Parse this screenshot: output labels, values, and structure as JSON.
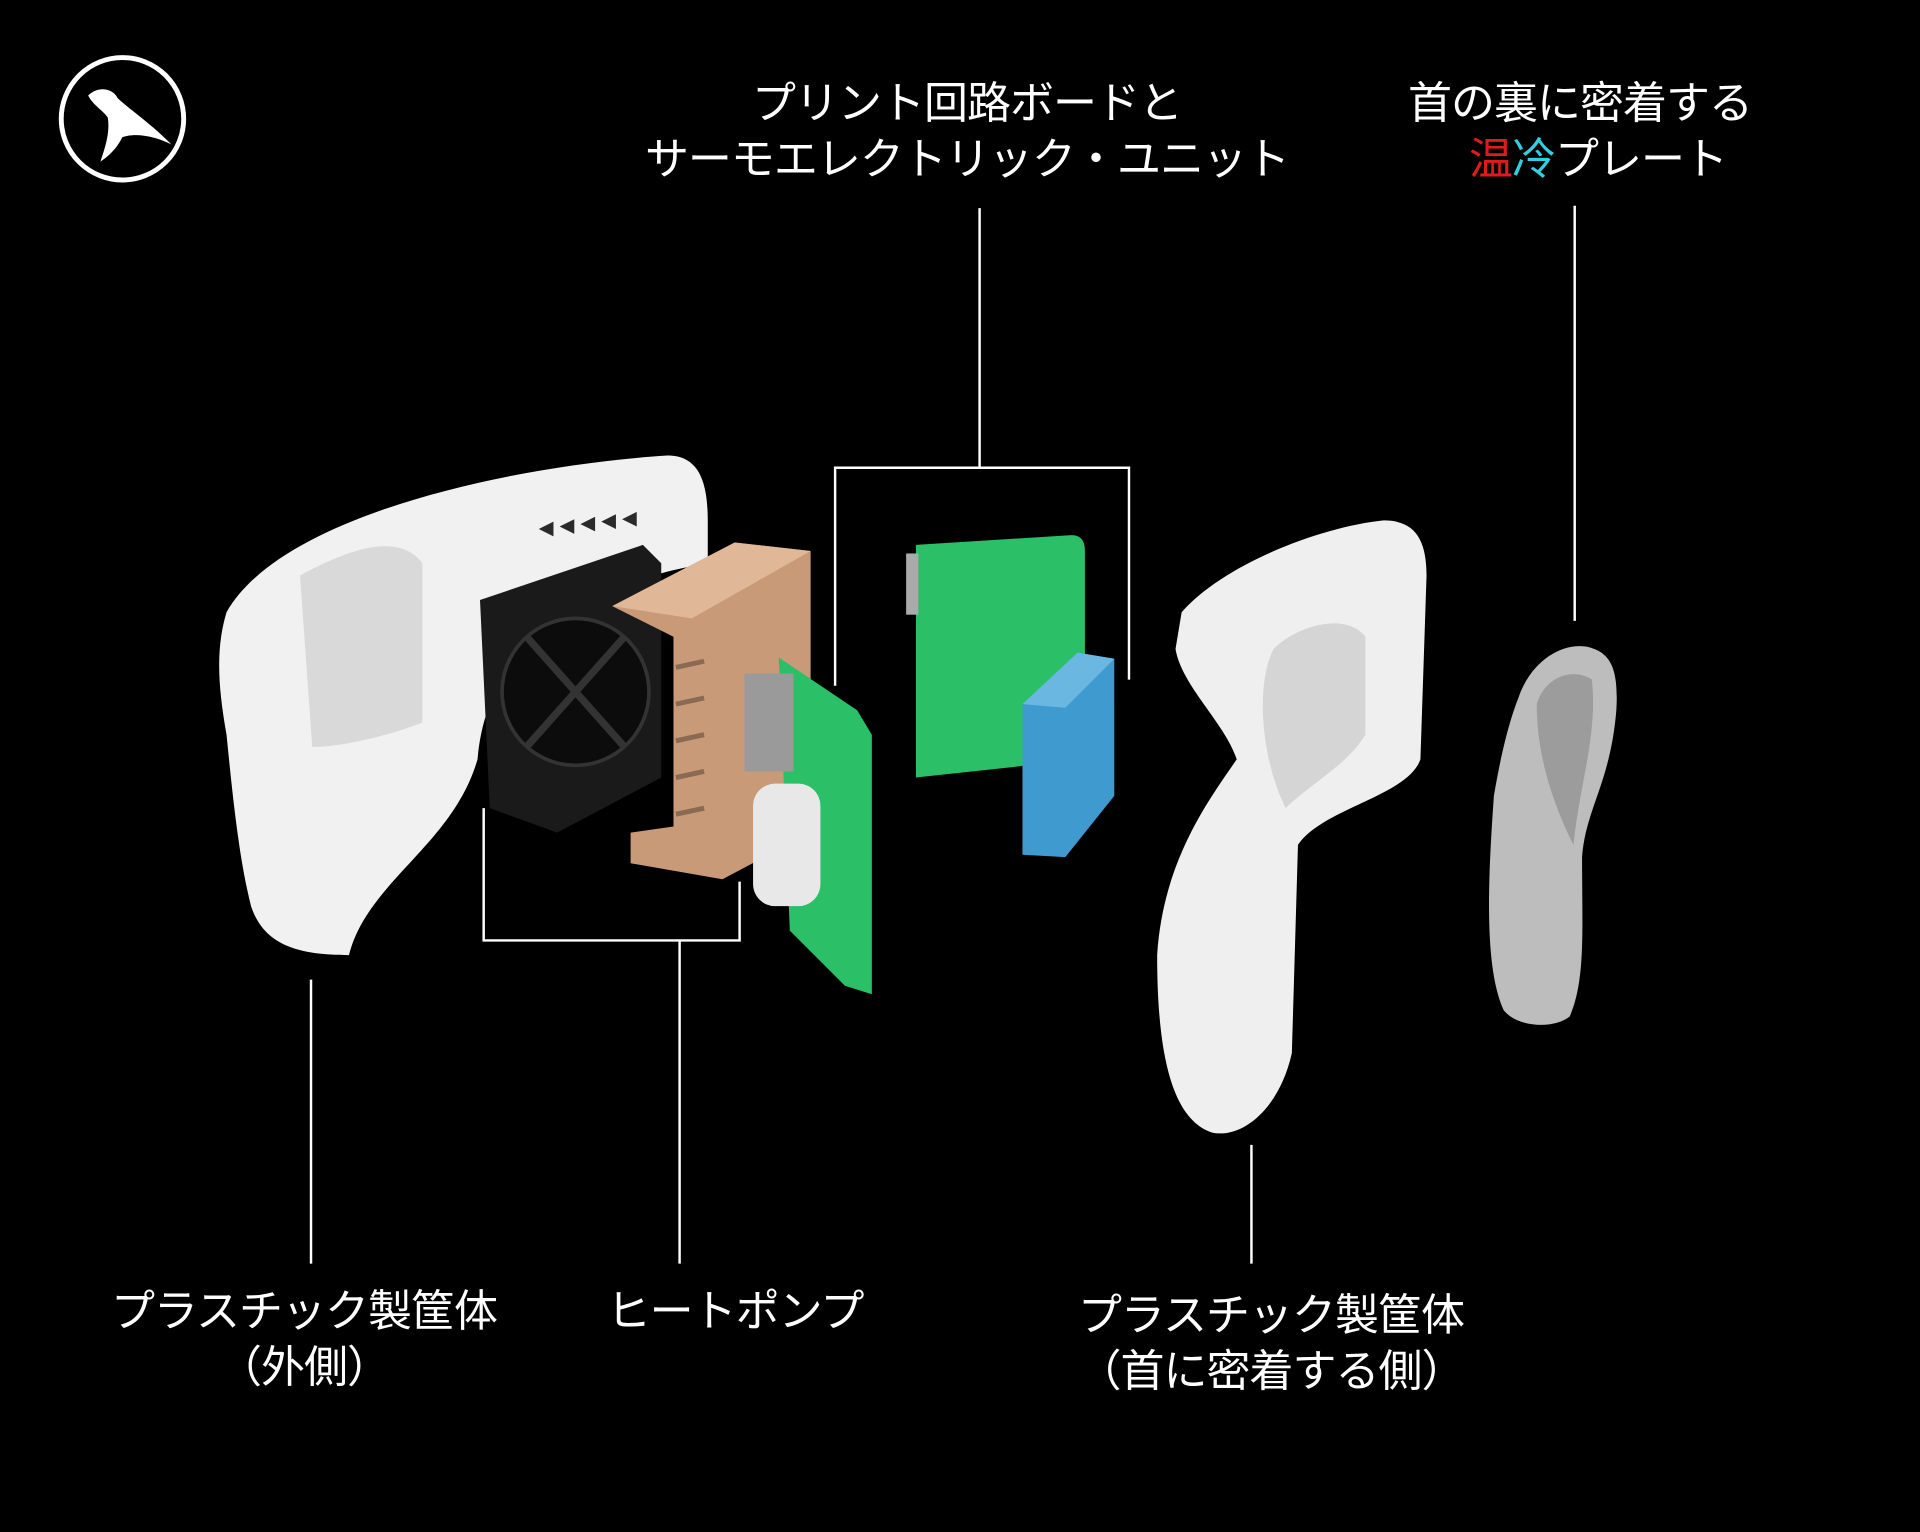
{
  "logo": {
    "name": "seal-logo-icon"
  },
  "labels": {
    "pcb": {
      "line1": "プリント回路ボードと",
      "line2": "サーモエレクトリック・ユニット"
    },
    "plate": {
      "line1": "首の裏に密着する",
      "hot": "温",
      "cold": "冷",
      "rest": "プレート"
    },
    "outer_case": {
      "line1": "プラスチック製筐体",
      "line2": "（外側）"
    },
    "heat_pump": {
      "line1": "ヒートポンプ"
    },
    "inner_case": {
      "line1": "プラスチック製筐体",
      "line2": "（首に密着する側）"
    }
  },
  "colors": {
    "hot": "#e01b1b",
    "cold": "#2fd0e0",
    "pcb": "#2bbf68",
    "copper": "#c99a78",
    "peltier": "#3f9ad0"
  }
}
